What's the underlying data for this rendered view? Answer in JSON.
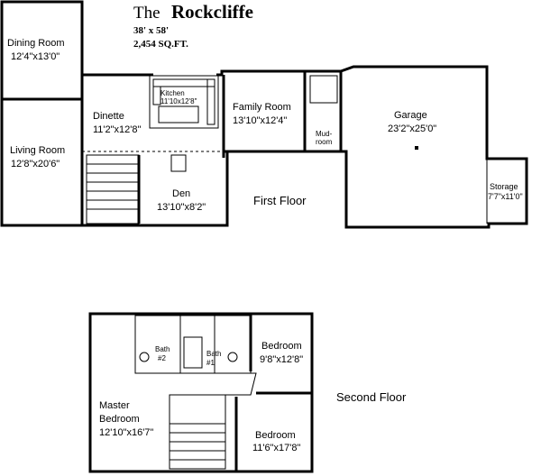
{
  "header": {
    "title_prefix": "The",
    "title_name": "Rockcliffe",
    "dimensions": "38' x 58'",
    "area": "2,454 SQ.FT."
  },
  "first_floor": {
    "label": "First Floor",
    "rooms": {
      "dining": {
        "name": "Dining Room",
        "size": "12'4\"x13'0\""
      },
      "living": {
        "name": "Living Room",
        "size": "12'8\"x20'6\""
      },
      "dinette": {
        "name": "Dinette",
        "size": "11'2\"x12'8\""
      },
      "kitchen": {
        "name": "Kitchen",
        "size": "11'10x12'8\""
      },
      "family": {
        "name": "Family Room",
        "size": "13'10\"x12'4\""
      },
      "mudroom": {
        "name_line1": "Mud-",
        "name_line2": "room"
      },
      "garage": {
        "name": "Garage",
        "size": "23'2\"x25'0\""
      },
      "den": {
        "name": "Den",
        "size": "13'10\"x8'2\""
      },
      "storage": {
        "name": "Storage",
        "size": "7'7\"x11'0\""
      }
    }
  },
  "second_floor": {
    "label": "Second Floor",
    "rooms": {
      "master": {
        "name_line1": "Master",
        "name_line2": "Bedroom",
        "size": "12'10\"x16'7\""
      },
      "bath2": {
        "name": "Bath",
        "number": "#2"
      },
      "bath1": {
        "name": "Bath",
        "number": "#1"
      },
      "bedroom1": {
        "name": "Bedroom",
        "size": "9'8\"x12'8\""
      },
      "bedroom2": {
        "name": "Bedroom",
        "size": "11'6\"x17'8\""
      }
    }
  }
}
